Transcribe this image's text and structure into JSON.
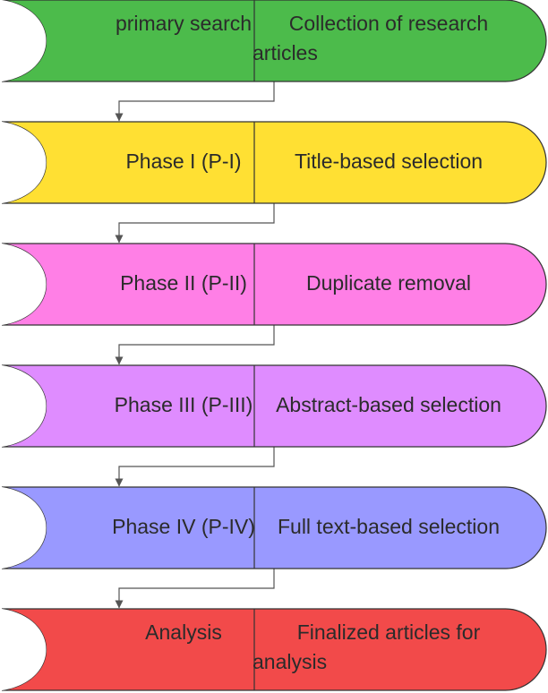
{
  "diagram": {
    "stages": [
      {
        "label_lines": [
          "primary search"
        ],
        "description_lines": [
          "Collection of research",
          "articles"
        ],
        "color": "#4CBB4B"
      },
      {
        "label_lines": [
          "Phase I (P-I)"
        ],
        "description_lines": [
          "Title-based selection"
        ],
        "color": "#FFE033"
      },
      {
        "label_lines": [
          "Phase II (P-II)"
        ],
        "description_lines": [
          "Duplicate removal"
        ],
        "color": "#FF7FE6"
      },
      {
        "label_lines": [
          "Phase III (P-III)"
        ],
        "description_lines": [
          "Abstract-based selection"
        ],
        "color": "#DF8CFF"
      },
      {
        "label_lines": [
          "Phase IV (P-IV)"
        ],
        "description_lines": [
          "Full text-based selection"
        ],
        "color": "#9999FF"
      },
      {
        "label_lines": [
          "Analysis"
        ],
        "description_lines": [
          "Finalized articles for",
          "analysis"
        ],
        "color": "#F24A4A"
      }
    ],
    "stroke_color": "#333333"
  }
}
